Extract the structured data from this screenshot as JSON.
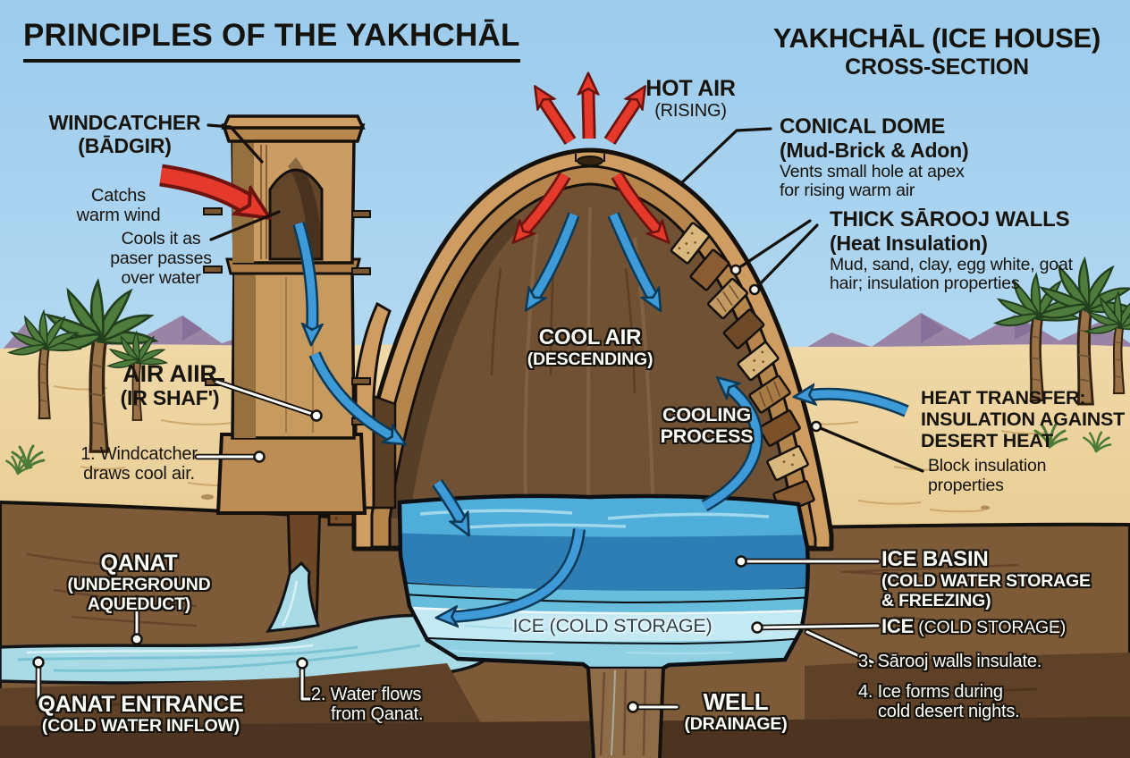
{
  "titles": {
    "main": "PRINCIPLES OF THE YAKHCHĀL",
    "right_line1": "YAKHCHĀL (ICE HOUSE)",
    "right_line2": "CROSS-SECTION"
  },
  "callouts": {
    "hot_air": {
      "title": "HOT AIR",
      "sub": "(RISING)"
    },
    "windcatcher": {
      "title": "WINDCATCHER",
      "sub": "(BĀDGIR)"
    },
    "catches_wind": {
      "line1": "Catchs",
      "line2": "warm wind"
    },
    "cools_over_water": {
      "line1": "Cools it as",
      "line2": "paser passes",
      "line3": "over water"
    },
    "conical_dome": {
      "title": "CONICAL DOME",
      "sub": "(Mud-Brick & Adon)",
      "desc1": "Vents small hole at apex",
      "desc2": "for rising warm air"
    },
    "sarooj_walls": {
      "title": "THICK SĀROOJ WALLS",
      "sub": "(Heat Insulation)",
      "desc1": "Mud, sand, clay, egg white, goat",
      "desc2": "hair; insulation properties"
    },
    "cool_air": {
      "title": "COOL AIR",
      "sub": "(DESCENDING)"
    },
    "air_shaft": {
      "title": "AIR AIIR",
      "sub": "(IR SHAF')"
    },
    "cooling_process": {
      "line1": "COOLING",
      "line2": "PROCESS"
    },
    "heat_transfer": {
      "line1": "HEAT TRANSFER:",
      "line2": "INSULATION AGAINST",
      "line3": "DESERT HEAT"
    },
    "block_insulation": {
      "line1": "Block insulation",
      "line2": "properties"
    },
    "qanat": {
      "title": "QANAT",
      "sub": "(UNDERGROUND AQUEDUCT)"
    },
    "ice_basin": {
      "title": "ICE BASIN",
      "sub1": "(COLD WATER STORAGE",
      "sub2": "& FREEZING)"
    },
    "ice_storage": {
      "bold": "ICE",
      "rest": " (COLD STORAGE)"
    },
    "ice_in_basin": "ICE (COLD STORAGE)",
    "qanat_entrance": {
      "title": "QANAT ENTRANCE",
      "sub": "(COLD WATER INFLOW)"
    },
    "well": {
      "title": "WELL",
      "sub": "(DRAINAGE)"
    }
  },
  "steps": {
    "step1": {
      "line1": "1. Windcatcher",
      "line2": "draws cool air."
    },
    "step2": {
      "line1": "2. Water flows",
      "line2": "from Qanat."
    },
    "step3": "3. Sārooj walls insulate.",
    "step4": {
      "line1": "4. Ice forms during",
      "line2": "cold desert nights."
    }
  },
  "colors": {
    "sky": "#a9d3ee",
    "sand": "#ead09a",
    "soil": "#7d5a38",
    "dome_shell": "#cf9d61",
    "dome_interior": "#705134",
    "water_surface": "#4fadd9",
    "water_deep": "#2d7eb4",
    "ice_band": "#c3e9f3",
    "hot_arrow": "#e5392b",
    "cool_arrow": "#3e9bd8",
    "mountains": "#9a84a6"
  }
}
